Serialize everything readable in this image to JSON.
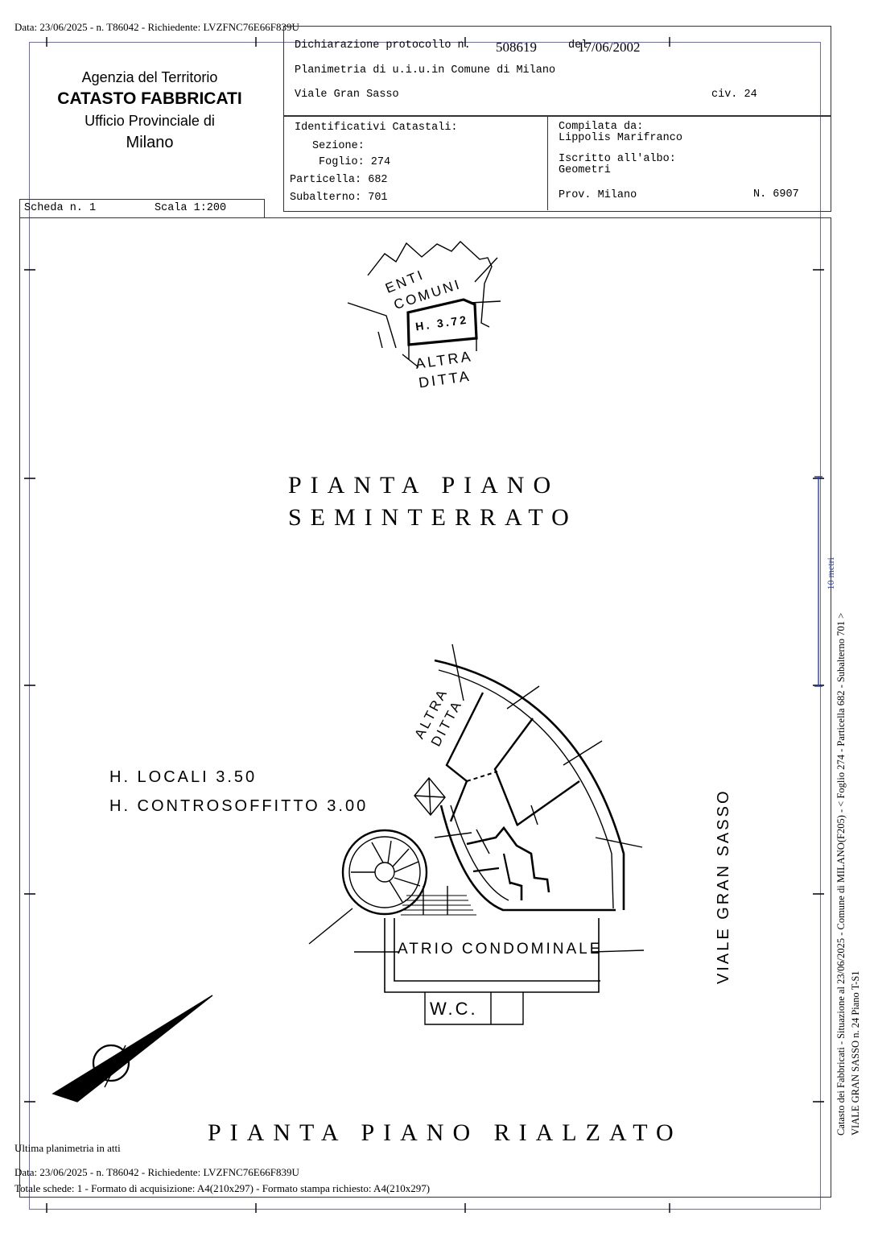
{
  "header": {
    "top_line": "Data: 23/06/2025 - n. T86042 - Richiedente: LVZFNC76E66F839U",
    "protocollo_label": "Dichiarazione protocollo n.",
    "protocollo_number": "508619",
    "del_label": "del",
    "del_date": "17/06/2002",
    "planimetria": "Planimetria di u.i.u.in Comune di Milano",
    "via": "Viale Gran Sasso",
    "civ": "civ. 24"
  },
  "agency": {
    "line1": "Agenzia del Territorio",
    "line2": "CATASTO FABBRICATI",
    "line3": "Ufficio Provinciale di",
    "line4": "Milano"
  },
  "scheda": {
    "scheda": "Scheda n. 1",
    "scala": "Scala 1:200"
  },
  "identificativi": {
    "title": "Identificativi Catastali:",
    "sezione": "Sezione:",
    "foglio": "Foglio: 274",
    "particella": "Particella: 682",
    "subalterno": "Subalterno: 701"
  },
  "compilata": {
    "label": "Compilata da:",
    "name": "Lippolis Marifranco",
    "iscritto": "Iscritto all'albo:",
    "albo": "Geometri",
    "prov": "Prov. Milano",
    "numero": "N. 6907"
  },
  "drawing": {
    "enti": "ENTI",
    "comuni": "COMUNI",
    "h372": "H. 3.72",
    "altra1": "ALTRA",
    "ditta1": "DITTA",
    "seminterrato_1": "PIANTA PIANO",
    "seminterrato_2": "SEMINTERRATO",
    "altra2": "ALTRA",
    "ditta2": "DITTA",
    "h_locali": "H. LOCALI 3.50",
    "h_contro": "H. CONTROSOFFITTO 3.00",
    "viale": "VIALE GRAN SASSO",
    "atrio": "ATRIO CONDOMINALE",
    "wc": "W.C.",
    "rialzato": "PIANTA PIANO RIALZATO",
    "scale_bar": "10 metri"
  },
  "footer": {
    "ultima": "Ultima planimetria in atti",
    "data": "Data: 23/06/2025 - n. T86042 - Richiedente: LVZFNC76E66F839U",
    "totale": "Totale schede: 1 - Formato di acquisizione: A4(210x297)  - Formato stampa richiesto: A4(210x297)"
  },
  "side": {
    "line1": "Catasto dei Fabbricati - Situazione al 23/06/2025 - Comune di MILANO(F205) - < Foglio 274 - Particella  682 - Subalterno 701 >",
    "line2": "VIALE GRAN SASSO n. 24 Piano T-S1"
  },
  "colors": {
    "ink": "#000000",
    "frame": "#3a3aa8",
    "scale": "#2a3fb0"
  }
}
